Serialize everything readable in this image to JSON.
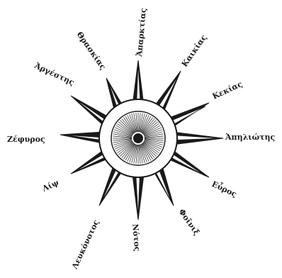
{
  "figure": {
    "ink": "#1a1a1a",
    "paper": "#ffffff",
    "wind_labels": [
      {
        "id": "north",
        "text": "Ἀπαρκτίας"
      },
      {
        "id": "north-northeast",
        "text": "Καικίας"
      },
      {
        "id": "northeast",
        "text": "Κεκίας"
      },
      {
        "id": "east",
        "text": "Ἀπηλιώτης"
      },
      {
        "id": "southeast",
        "text": "Εὖρος"
      },
      {
        "id": "south-southeast",
        "text": "Φοῖνιξ"
      },
      {
        "id": "south",
        "text": "Νότος"
      },
      {
        "id": "southwest",
        "text": "Λευκόνοτος"
      },
      {
        "id": "west-southwest",
        "text": "Λίψ"
      },
      {
        "id": "west",
        "text": "Ζέφυρος"
      },
      {
        "id": "northwest",
        "text": "Ἀργέστης"
      },
      {
        "id": "north-northwest",
        "text": "Θρασκίας"
      }
    ]
  }
}
